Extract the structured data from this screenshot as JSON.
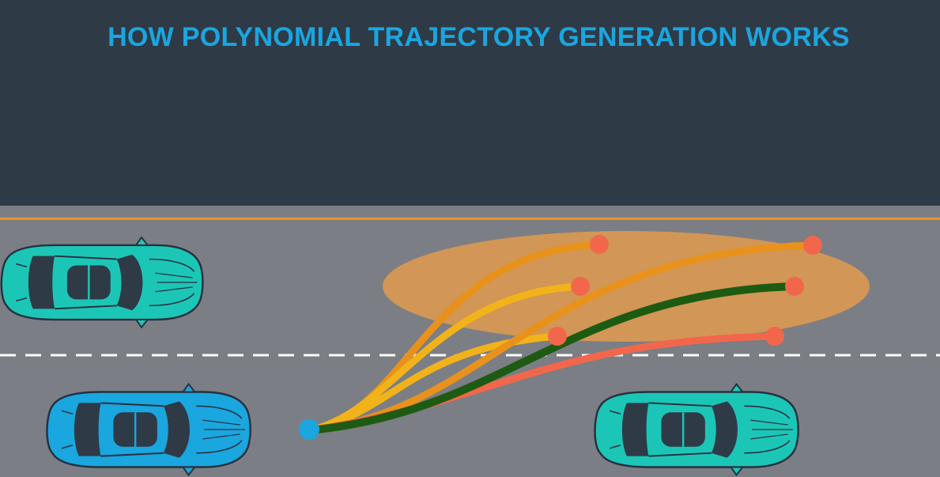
{
  "title": "HOW POLYNOMIAL TRAJECTORY GENERATION WORKS",
  "colors": {
    "background": "#2f3a47",
    "title": "#1aa6df",
    "road": "#7b7e84",
    "road_edge": "#f0922b",
    "lane_dash": "#ffffff",
    "target_region": "#e29a4e",
    "start_point": "#1aa6df",
    "end_point": "#f2674b",
    "ego_car": "#1aa6df",
    "other_car": "#1cc6b6"
  },
  "vehicles": [
    {
      "id": "ego",
      "role": "ego-car",
      "color": "ego"
    },
    {
      "id": "rear-car",
      "role": "other-car",
      "color": "other"
    },
    {
      "id": "front-car",
      "role": "other-car",
      "color": "other"
    }
  ],
  "trajectories": [
    {
      "id": "trajectory-1",
      "color": "#e8921c"
    },
    {
      "id": "trajectory-2",
      "color": "#f2b31a"
    },
    {
      "id": "trajectory-3",
      "color": "#f2b31a"
    },
    {
      "id": "trajectory-4",
      "color": "#e8921c"
    },
    {
      "id": "trajectory-5",
      "color": "#1e5b12"
    },
    {
      "id": "trajectory-6",
      "color": "#f2674b"
    }
  ]
}
